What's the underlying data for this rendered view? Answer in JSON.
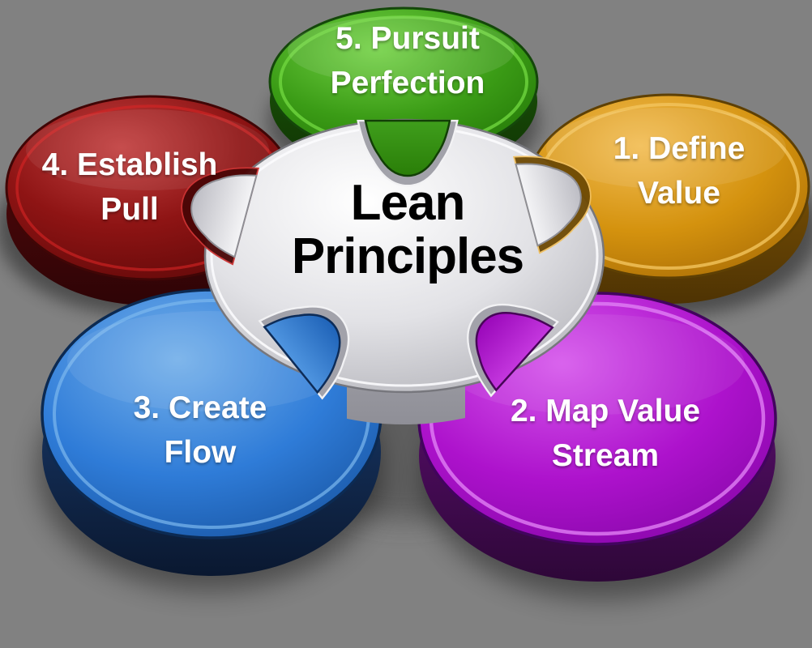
{
  "diagram": {
    "title": {
      "line1": "Lean",
      "line2": "Principles"
    },
    "background_color": "#818181",
    "center_color": "#E2E2E6",
    "pieces": [
      {
        "id": "define-value",
        "number": "1",
        "label_line1": "1. Define",
        "label_line2": "Value",
        "color": "#D4920E",
        "position": "top-right"
      },
      {
        "id": "map-value-stream",
        "number": "2",
        "label_line1": "2. Map Value",
        "label_line2": "Stream",
        "color": "#AD12CC",
        "position": "bottom-right"
      },
      {
        "id": "create-flow",
        "number": "3",
        "label_line1": "3. Create",
        "label_line2": "Flow",
        "color": "#2F7CD8",
        "position": "bottom-left"
      },
      {
        "id": "establish-pull",
        "number": "4",
        "label_line1": "4. Establish",
        "label_line2": "Pull",
        "color": "#8E1414",
        "position": "top-left"
      },
      {
        "id": "pursuit-perfection",
        "number": "5",
        "label_line1": "5. Pursuit",
        "label_line2": "Perfection",
        "color": "#3B9C16",
        "position": "top"
      }
    ]
  }
}
